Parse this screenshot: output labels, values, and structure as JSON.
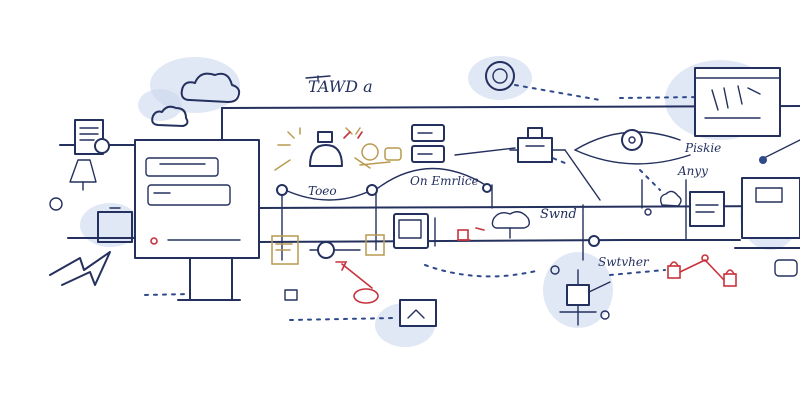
{
  "labels": {
    "top_title": "TAWD a",
    "users_node": "Toeo",
    "on_enrollee": "On Emrlice",
    "send": "Swnd",
    "switcher": "Swtvher",
    "prestige": "Piskie",
    "anyy": "Anyy"
  },
  "colors": {
    "ink": "#24305e",
    "accent_blue": "#2f4a8a",
    "accent_red": "#c8323c",
    "accent_gold": "#b99a4e",
    "wash_blue": "#c9d6ec"
  },
  "icons": [
    "cloud-icon",
    "small-cloud-icon",
    "document-icon",
    "monitor-icon",
    "user-icon",
    "chat-bubble-icon",
    "server-icon",
    "router-icon",
    "tablet-icon",
    "cloud-upload-icon",
    "lock-icon",
    "gear-icon",
    "laptop-icon",
    "window-icon",
    "magnifier-icon"
  ]
}
